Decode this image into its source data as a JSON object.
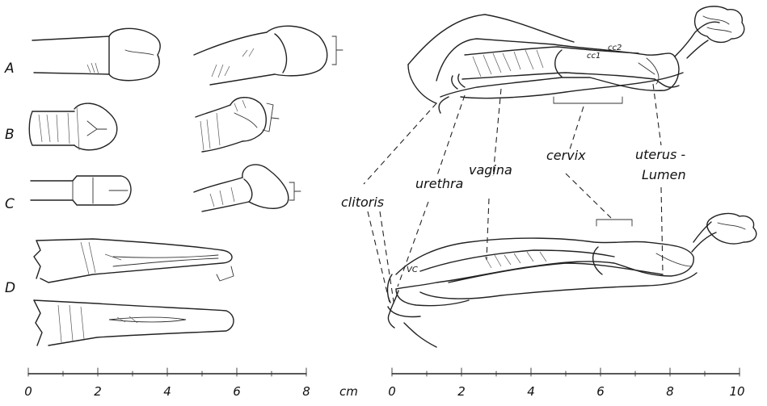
{
  "rows": {
    "a": "A",
    "b": "B",
    "c": "C",
    "d": "D"
  },
  "labels": {
    "clitoris": "clitoris",
    "urethra": "urethra",
    "vagina": "vagina",
    "cervix": "cervix",
    "uterus_lumen": "uterus-\nLumen",
    "uterus_line1": "uterus -",
    "uterus_line2": "Lumen",
    "cc1": "cc1",
    "cc2": "cc2",
    "vc": "VC"
  },
  "left_scale": {
    "ticks": [
      "0",
      "2",
      "4",
      "6",
      "8"
    ]
  },
  "right_scale": {
    "unit": "cm",
    "ticks": [
      "0",
      "2",
      "4",
      "6",
      "8",
      "10"
    ]
  }
}
